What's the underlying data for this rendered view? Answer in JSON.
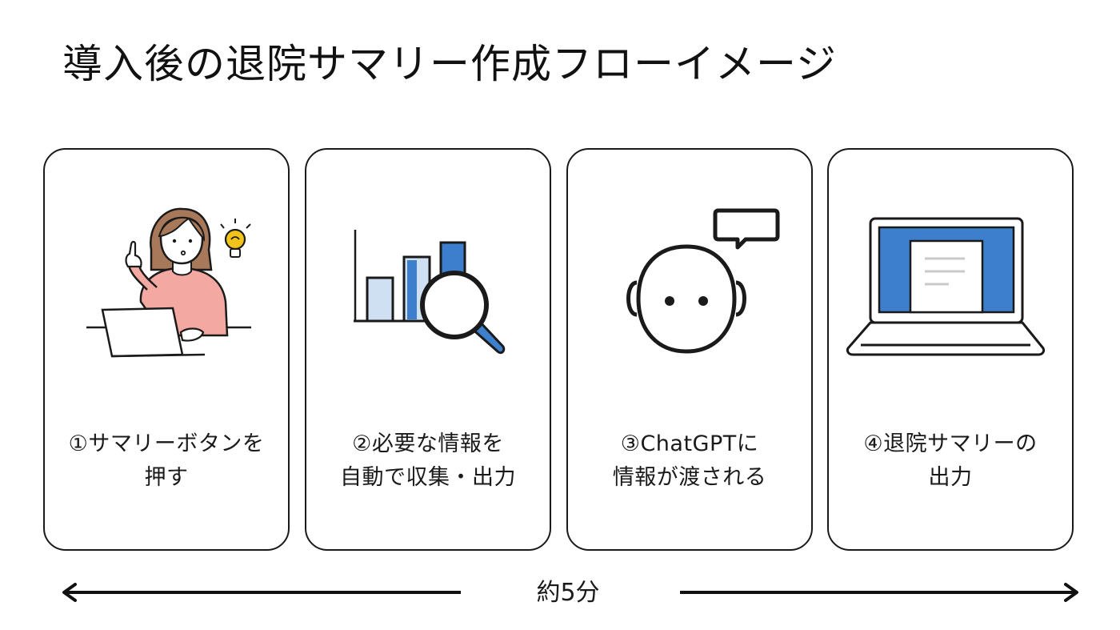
{
  "title": "導入後の退院サマリー作成フローイメージ",
  "steps": [
    {
      "line1": "①サマリーボタンを",
      "line2": "押す",
      "illustration": "woman-laptop-lightbulb-icon"
    },
    {
      "line1": "②必要な情報を",
      "line2": "自動で収集・出力",
      "illustration": "bar-chart-magnifier-icon"
    },
    {
      "line1": "③ChatGPTに",
      "line2": "情報が渡される",
      "illustration": "robot-head-speech-icon"
    },
    {
      "line1": "④退院サマリーの",
      "line2": "出力",
      "illustration": "laptop-document-icon"
    }
  ],
  "duration": "約5分",
  "colors": {
    "accent_blue": "#3d7fcc",
    "light_blue": "#cfe0f3",
    "hair_brown": "#a7785a",
    "sweater_pink": "#f3a9a2",
    "bulb_yellow": "#f2c318",
    "outline": "#1a1a1a"
  }
}
